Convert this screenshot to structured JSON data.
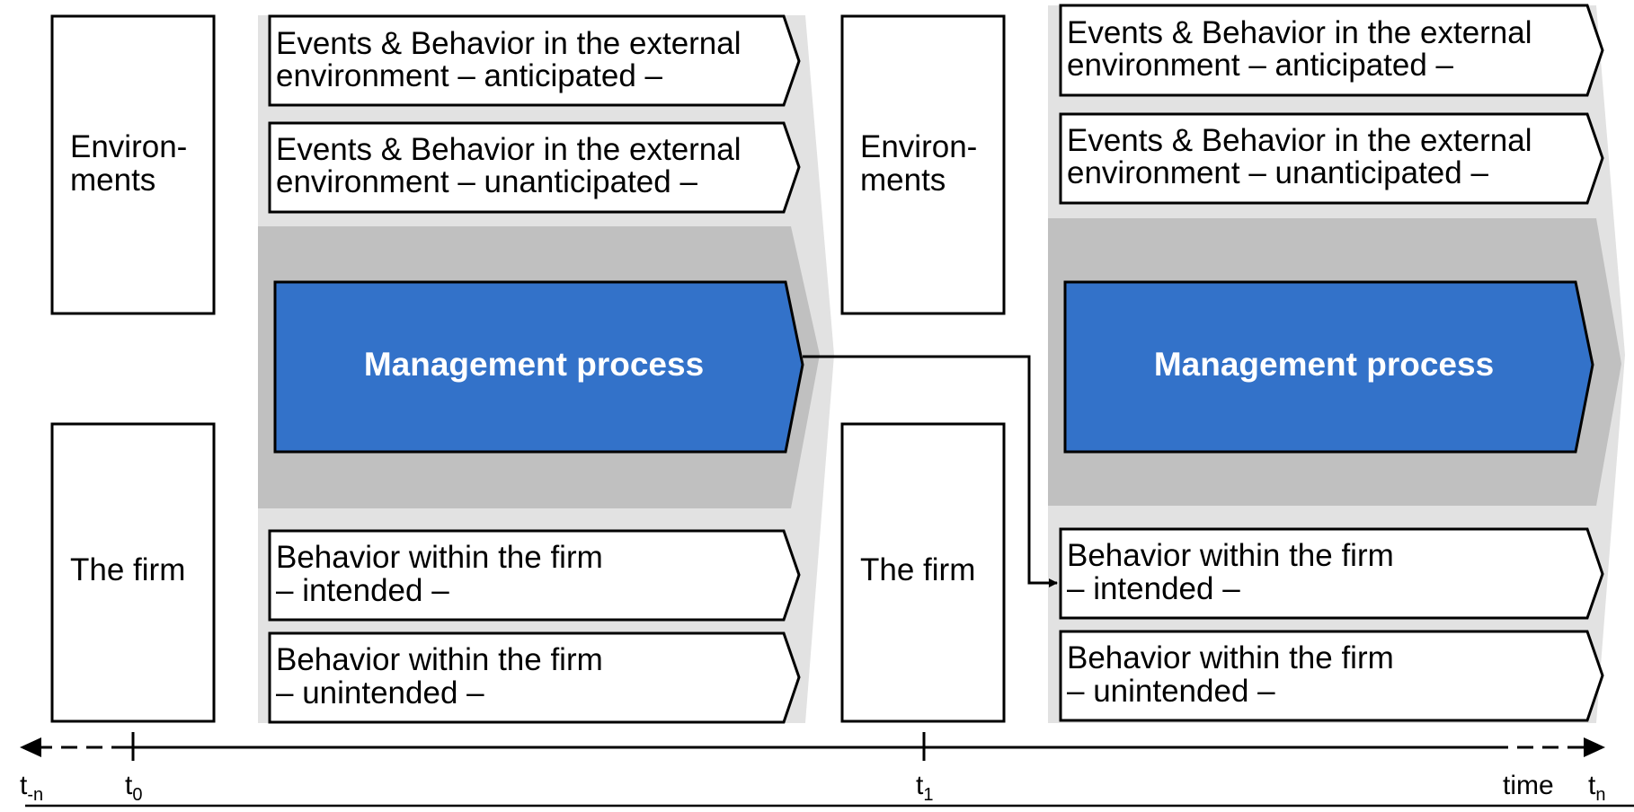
{
  "colors": {
    "process_fill": "#3372c9",
    "backdrop_light": "#e2e2e2",
    "backdrop_dark": "#c0c0c0",
    "stroke": "#000000"
  },
  "phases": [
    {
      "environments_label": [
        "Environ-",
        "ments"
      ],
      "firm_label": "The firm",
      "external_anticipated": [
        "Events & Behavior in the external",
        "environment – anticipated –"
      ],
      "external_unanticipated": [
        "Events & Behavior in the external",
        "environment – unanticipated –"
      ],
      "management_process": "Management process",
      "firm_intended": [
        "Behavior within the firm",
        "– intended –"
      ],
      "firm_unintended": [
        "Behavior within the firm",
        "– unintended –"
      ]
    },
    {
      "environments_label": [
        "Environ-",
        "ments"
      ],
      "firm_label": "The firm",
      "external_anticipated": [
        "Events & Behavior in the external",
        "environment – anticipated –"
      ],
      "external_unanticipated": [
        "Events & Behavior in the external",
        "environment – unanticipated –"
      ],
      "management_process": "Management process",
      "firm_intended": [
        "Behavior within the firm",
        "– intended –"
      ],
      "firm_unintended": [
        "Behavior within the firm",
        "– unintended –"
      ]
    }
  ],
  "timeline": {
    "t_minus_n": {
      "base": "t",
      "sub": "-n"
    },
    "t_0": {
      "base": "t",
      "sub": "0"
    },
    "t_1": {
      "base": "t",
      "sub": "1"
    },
    "time_label": "time",
    "t_n": {
      "base": "t",
      "sub": "n"
    }
  }
}
